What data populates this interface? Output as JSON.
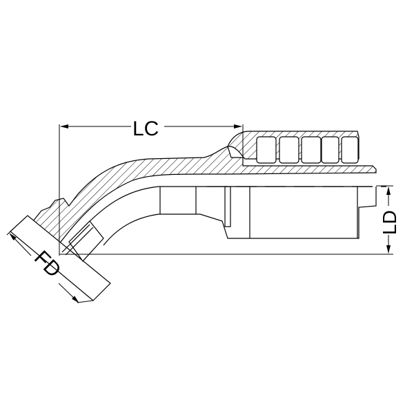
{
  "drawing": {
    "subject": "45-degree flange hose fitting cross-section",
    "dimensions": {
      "lc": {
        "label": "LC"
      },
      "fd": {
        "label": "FD"
      },
      "ld": {
        "label": "LD"
      }
    },
    "colors": {
      "line": "#000000",
      "background": "#ffffff"
    }
  }
}
